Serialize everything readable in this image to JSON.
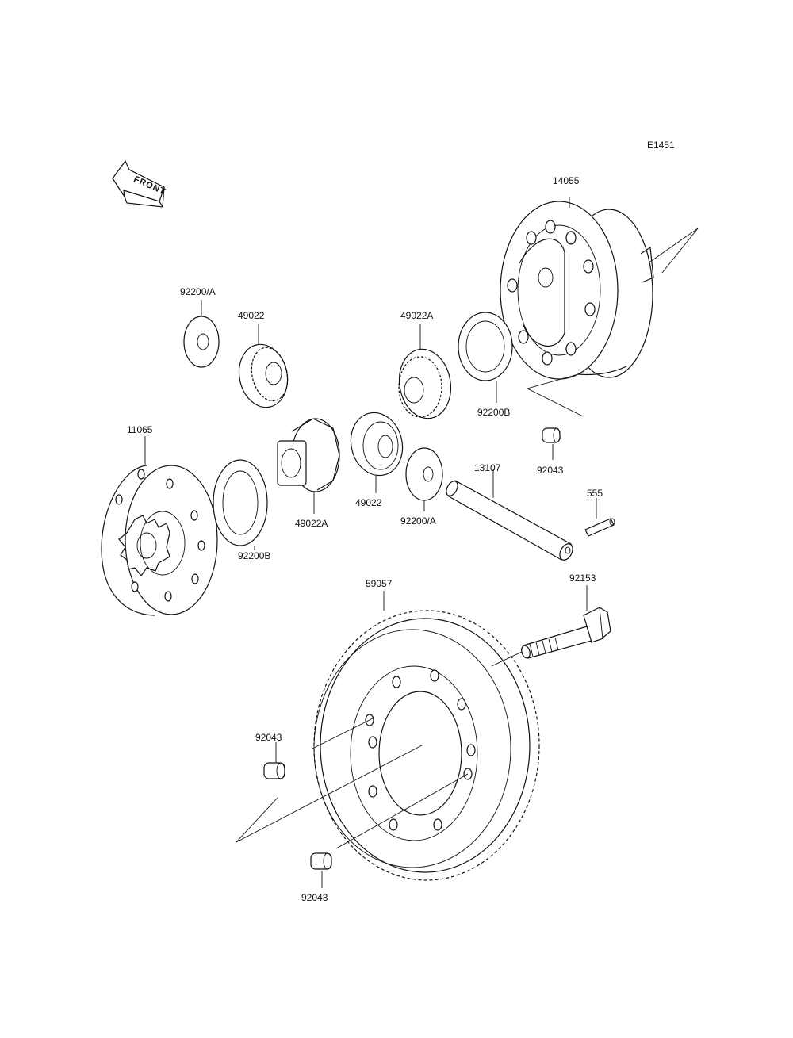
{
  "diagram_code": "E1451",
  "front_label": "FRONT",
  "parts": {
    "differential_case": "14055",
    "washer_top": "92200/A",
    "bevel_gear_top": "49022",
    "side_gear_top": "49022A",
    "thrust_washer_right": "92200B",
    "dowel_pin_right": "92043",
    "side_plate": "11065",
    "thrust_washer_left": "92200B",
    "side_gear_mid": "49022A",
    "bevel_gear_mid": "49022",
    "washer_mid": "92200/A",
    "pinion_shaft": "13107",
    "lock_pin": "555",
    "bolt": "92153",
    "ring_gear": "59057",
    "dowel_pin_left": "92043",
    "dowel_pin_bottom": "92043"
  }
}
